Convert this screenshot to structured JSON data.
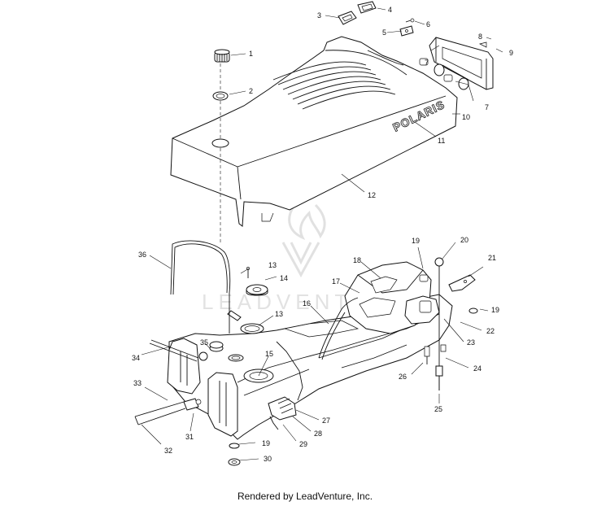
{
  "brand_mark": "POLARIS",
  "watermark": "LEADVENTURE",
  "footer": "Rendered by LeadVenture, Inc.",
  "callouts": {
    "c1": "1",
    "c2": "2",
    "c3": "3",
    "c4": "4",
    "c5": "5",
    "c6": "6",
    "c7a": "7",
    "c7b": "7",
    "c8": "8",
    "c9": "9",
    "c10": "10",
    "c11": "11",
    "c12": "12",
    "c13a": "13",
    "c13b": "13",
    "c14": "14",
    "c15": "15",
    "c16": "16",
    "c17": "17",
    "c18": "18",
    "c19a": "19",
    "c19b": "19",
    "c19c": "19",
    "c20": "20",
    "c21": "21",
    "c22": "22",
    "c23": "23",
    "c24": "24",
    "c25": "25",
    "c26": "26",
    "c27": "27",
    "c28": "28",
    "c29": "29",
    "c30": "30",
    "c31": "31",
    "c32": "32",
    "c33": "33",
    "c34": "34",
    "c35": "35",
    "c36": "36"
  }
}
